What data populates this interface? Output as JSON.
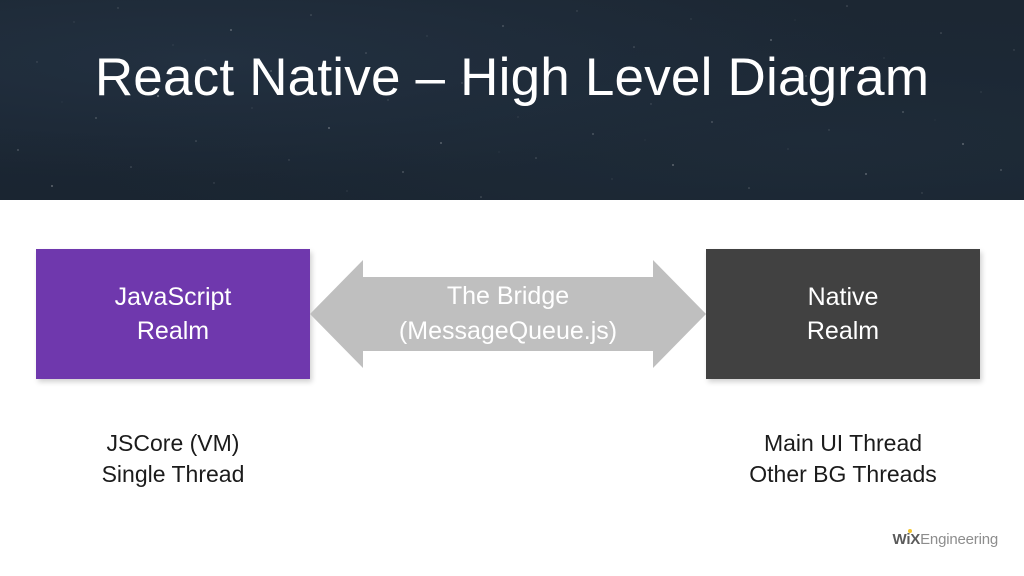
{
  "header": {
    "title": "React Native – High Level Diagram",
    "background_color": "#1b2633",
    "text_color": "#ffffff"
  },
  "diagram": {
    "js_realm": {
      "label": "JavaScript\nRealm",
      "color": "#6f38ad",
      "caption": "JSCore (VM)\nSingle Thread"
    },
    "bridge": {
      "label": "The Bridge\n(MessageQueue.js)",
      "color": "#bfbfbf",
      "direction": "bidirectional"
    },
    "native_realm": {
      "label": "Native\nRealm",
      "color": "#414141",
      "caption": "Main UI Thread\nOther BG Threads"
    }
  },
  "footer": {
    "logo_mark": "WiX",
    "logo_word": "Engineering",
    "logo_dot_color": "#f3c633"
  }
}
